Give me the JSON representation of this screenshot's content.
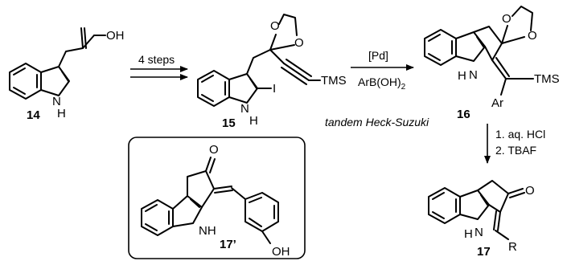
{
  "compounds": {
    "c14": {
      "number": "14",
      "labels": {
        "oh": "OH",
        "nh": "N",
        "h": "H"
      }
    },
    "c15": {
      "number": "15",
      "labels": {
        "o1": "O",
        "o2": "O",
        "i": "I",
        "tms": "TMS",
        "nh": "N",
        "h": "H"
      }
    },
    "c16": {
      "number": "16",
      "labels": {
        "o1": "O",
        "o2": "O",
        "tms": "TMS",
        "ar": "Ar",
        "nh": "N",
        "h": "H"
      }
    },
    "c17": {
      "number": "17",
      "labels": {
        "o": "O",
        "r": "R",
        "nh": "N",
        "h": "H"
      }
    },
    "c17p": {
      "number": "17’",
      "labels": {
        "o": "O",
        "nh": "NH",
        "oh": "OH"
      }
    }
  },
  "reactions": {
    "step1": {
      "above": "4 steps"
    },
    "step2": {
      "catalyst": "[Pd]",
      "reagent": "ArB(OH)",
      "reagent_sub": "2",
      "name": "tandem Heck-Suzuki"
    },
    "step3": {
      "line1": "1. aq. HCl",
      "line2": "2. TBAF"
    }
  }
}
